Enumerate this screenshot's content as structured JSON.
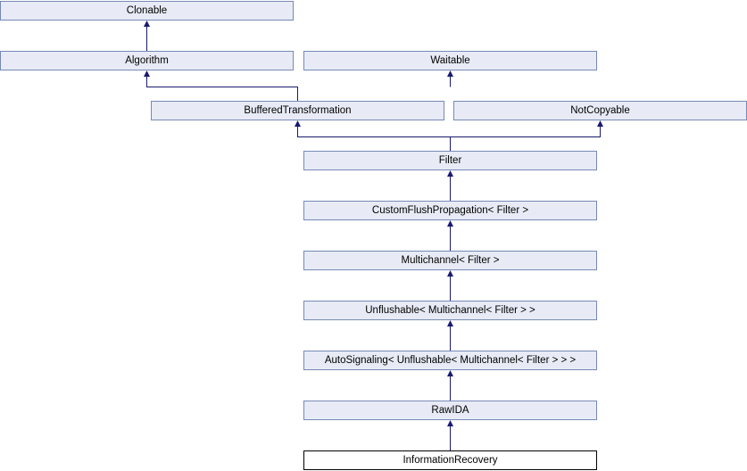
{
  "diagram": {
    "title": "Inheritance diagram for InformationRecovery",
    "type": "class-inheritance-diagram",
    "colors": {
      "background": "#ffffff",
      "node_fill": "#e8ebf6",
      "node_border": "#7689b5",
      "current_node_fill": "#ffffff",
      "current_node_border": "#000000",
      "edge": "#191970",
      "text": "#000000"
    },
    "nodes": [
      {
        "id": "clonable",
        "label": "Clonable",
        "current": false
      },
      {
        "id": "algorithm",
        "label": "Algorithm",
        "current": false
      },
      {
        "id": "waitable",
        "label": "Waitable",
        "current": false
      },
      {
        "id": "buffered-transformation",
        "label": "BufferedTransformation",
        "current": false
      },
      {
        "id": "not-copyable",
        "label": "NotCopyable",
        "current": false
      },
      {
        "id": "filter",
        "label": "Filter",
        "current": false
      },
      {
        "id": "custom-flush-propagation",
        "label": "CustomFlushPropagation< Filter >",
        "current": false
      },
      {
        "id": "multichannel",
        "label": "Multichannel< Filter >",
        "current": false
      },
      {
        "id": "unflushable",
        "label": "Unflushable< Multichannel< Filter > >",
        "current": false
      },
      {
        "id": "auto-signaling",
        "label": "AutoSignaling< Unflushable< Multichannel< Filter > > >",
        "current": false
      },
      {
        "id": "raw-ida",
        "label": "RawIDA",
        "current": false
      },
      {
        "id": "information-recovery",
        "label": "InformationRecovery",
        "current": true
      }
    ],
    "edges": [
      {
        "from": "Algorithm",
        "to": "Clonable"
      },
      {
        "from": "BufferedTransformation",
        "to": "Algorithm"
      },
      {
        "from": "BufferedTransformation",
        "to": "Waitable"
      },
      {
        "from": "Filter",
        "to": "BufferedTransformation"
      },
      {
        "from": "Filter",
        "to": "NotCopyable"
      },
      {
        "from": "CustomFlushPropagation< Filter >",
        "to": "Filter"
      },
      {
        "from": "Multichannel< Filter >",
        "to": "CustomFlushPropagation< Filter >"
      },
      {
        "from": "Unflushable< Multichannel< Filter > >",
        "to": "Multichannel< Filter >"
      },
      {
        "from": "AutoSignaling< Unflushable< Multichannel< Filter > > >",
        "to": "Unflushable< Multichannel< Filter > >"
      },
      {
        "from": "RawIDA",
        "to": "AutoSignaling< Unflushable< Multichannel< Filter > > >"
      },
      {
        "from": "InformationRecovery",
        "to": "RawIDA"
      }
    ]
  }
}
